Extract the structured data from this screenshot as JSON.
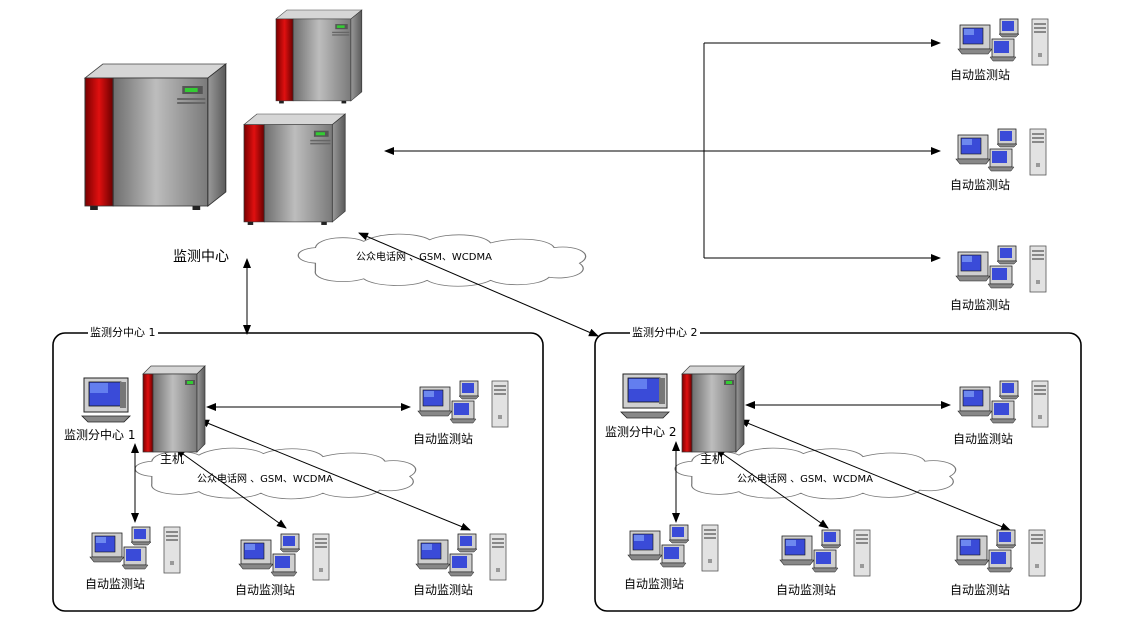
{
  "center": {
    "label": "监测中心"
  },
  "cloud_top": {
    "text": "公众电话网 、GSM、WCDMA"
  },
  "branch1": {
    "title": "监测分中心 1",
    "pc_label": "监测分中心 1",
    "host_label": "主机",
    "cloud_text": "公众电话网 、GSM、WCDMA",
    "stations": [
      "自动监测站",
      "自动监测站",
      "自动监测站",
      "自动监测站"
    ]
  },
  "branch2": {
    "title": "监测分中心 2",
    "pc_label": "监测分中心 2",
    "host_label": "主机",
    "cloud_text": "公众电话网 、GSM、WCDMA",
    "stations": [
      "自动监测站",
      "自动监测站",
      "自动监测站",
      "自动监测站"
    ]
  },
  "top_stations": [
    "自动监测站",
    "自动监测站",
    "自动监测站"
  ],
  "colors": {
    "server_red": "#b00000",
    "server_grey": "#8f8f8f",
    "screen_blue": "#3a4bd8",
    "line": "#000000"
  }
}
